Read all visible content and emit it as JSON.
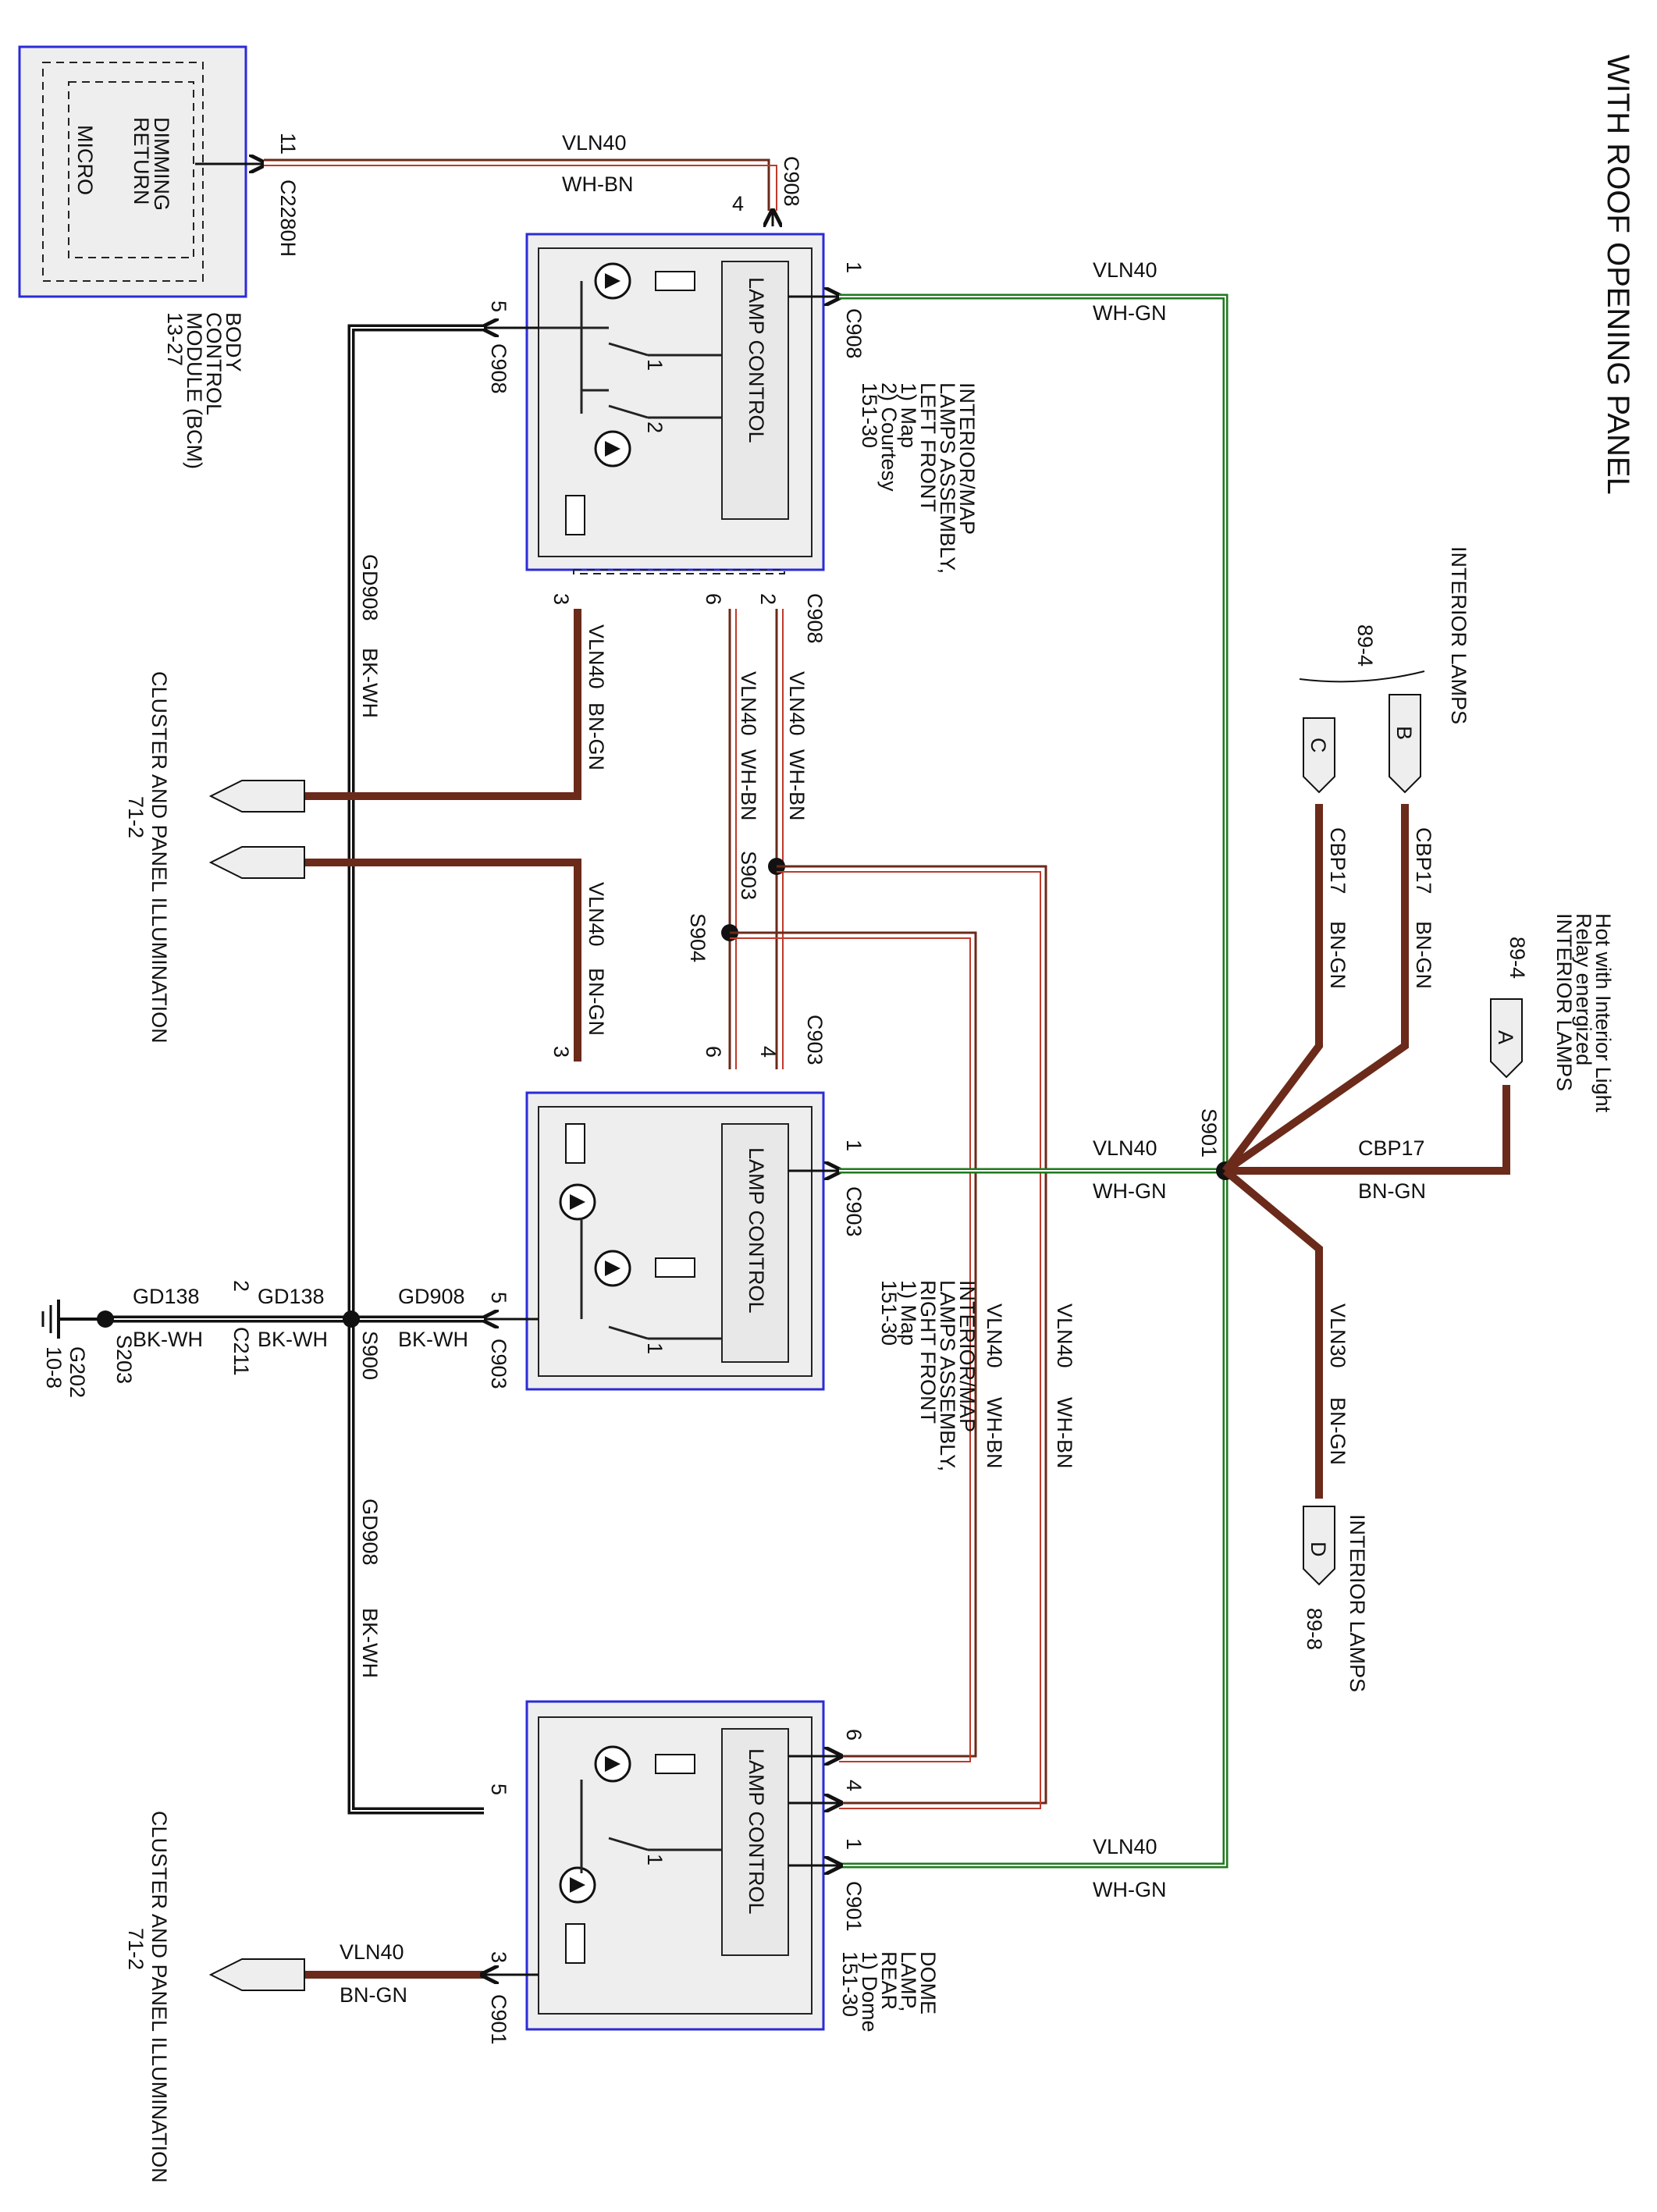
{
  "title": "WITH ROOF OPENING PANEL",
  "colors": {
    "brown": "#6b2a1a",
    "green": "#1e7a1e",
    "red": "#c0392b",
    "black": "#111111",
    "module_border": "#2b2bd6",
    "module_fill": "#eeeeee"
  },
  "bcm": {
    "micro": "MICRO",
    "dimming_return": [
      "DIMMING",
      "RETURN"
    ],
    "name": [
      "BODY",
      "CONTROL",
      "MODULE (BCM)",
      "13-27"
    ],
    "pin": "11",
    "connector": "C2280H"
  },
  "left_front": {
    "lamp_control": "LAMP CONTROL",
    "name": [
      "INTERIOR/MAP",
      "LAMPS ASSEMBLY,",
      "LEFT FRONT",
      "1) Map",
      "2) Courtesy",
      "151-30"
    ],
    "connector": "C908",
    "pins": {
      "p1": "1",
      "p2": "2",
      "p3": "3",
      "p4": "4",
      "p5": "5",
      "p6": "6"
    },
    "switch1": "1",
    "switch2": "2"
  },
  "right_front": {
    "lamp_control": "LAMP CONTROL",
    "name": [
      "INTERIOR/MAP",
      "LAMPS ASSEMBLY,",
      "RIGHT FRONT",
      "1) Map",
      "151-30"
    ],
    "connector": "C903",
    "pins": {
      "p1": "1",
      "p3": "3",
      "p4": "4",
      "p5": "5",
      "p6": "6"
    },
    "switch1": "1"
  },
  "dome": {
    "lamp_control": "LAMP CONTROL",
    "name": [
      "DOME",
      "LAMP,",
      "REAR",
      "1) Dome",
      "151-30"
    ],
    "connector": "C901",
    "pins": {
      "p1": "1",
      "p3": "3",
      "p4": "4",
      "p5": "5",
      "p6": "6"
    },
    "switch1": "1"
  },
  "wires": {
    "vln40": "VLN40",
    "vln30": "VLN30",
    "wh_bn": "WH-BN",
    "wh_gn": "WH-GN",
    "bn_gn": "BN-GN",
    "bk_wh": "BK-WH",
    "cbp17": "CBP17",
    "gd908": "GD908",
    "gd138": "GD138"
  },
  "splices": {
    "s901": "S901",
    "s903": "S903",
    "s904": "S904",
    "s900": "S900",
    "s203": "S203"
  },
  "connectors": {
    "c211": "C211",
    "pin2": "2"
  },
  "ground": {
    "name": "G202",
    "ref": "10-8"
  },
  "offpage": {
    "a": "A",
    "b": "B",
    "c": "C",
    "d": "D",
    "ref_89_4": "89-4",
    "ref_89_8": "89-8",
    "interior_lamps": "INTERIOR LAMPS",
    "hot_note": [
      "Hot with Interior Light",
      "Relay energized",
      "INTERIOR LAMPS"
    ],
    "cluster": "CLUSTER AND PANEL ILLUMINATION",
    "cluster_ref": "71-2"
  }
}
